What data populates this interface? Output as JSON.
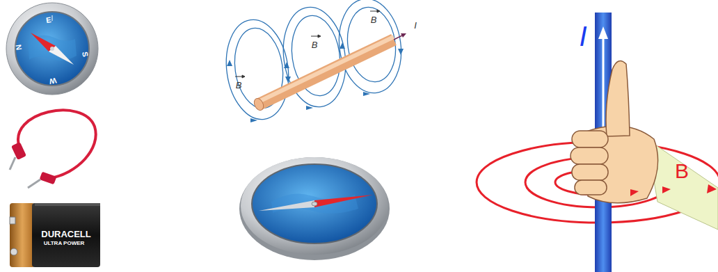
{
  "diagram": {
    "labels": [
      "E",
      "S",
      "N",
      "W",
      "DURACELL",
      "ULTRA POWER",
      "B",
      "B",
      "B",
      "I",
      "I",
      "B"
    ]
  }
}
